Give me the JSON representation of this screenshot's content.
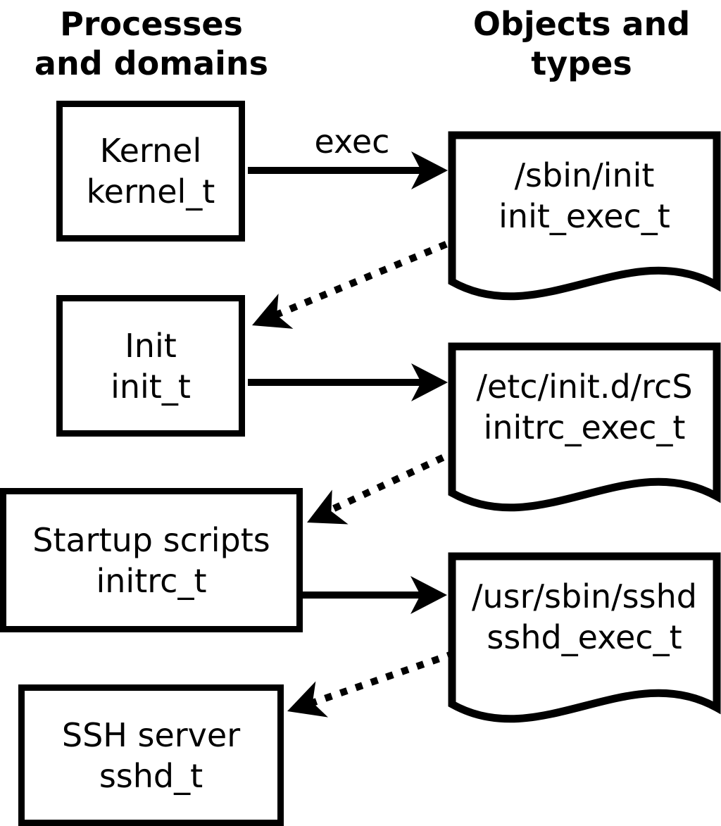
{
  "diagram": {
    "kind": "selinux-domain-transition-flow",
    "colors": {
      "foreground": "#000000",
      "background": "#ffffff"
    },
    "title_left": {
      "line1": "Processes",
      "line2": "and domains"
    },
    "title_right": {
      "line1": "Objects and",
      "line2": "types"
    },
    "processes": [
      {
        "label": "Kernel",
        "domain": "kernel_t"
      },
      {
        "label": "Init",
        "domain": "init_t"
      },
      {
        "label": "Startup scripts",
        "domain": "initrc_t"
      },
      {
        "label": "SSH server",
        "domain": "sshd_t"
      }
    ],
    "objects": [
      {
        "path": "/sbin/init",
        "type": "init_exec_t"
      },
      {
        "path": "/etc/init.d/rcS",
        "type": "initrc_exec_t"
      },
      {
        "path": "/usr/sbin/sshd",
        "type": "sshd_exec_t"
      }
    ],
    "edges": {
      "exec_label": "exec",
      "solid": [
        {
          "from": "kernel_t",
          "to": "init_exec_t",
          "label": "exec"
        },
        {
          "from": "init_t",
          "to": "initrc_exec_t",
          "label": ""
        },
        {
          "from": "initrc_t",
          "to": "sshd_exec_t",
          "label": ""
        }
      ],
      "dotted": [
        {
          "from": "init_exec_t",
          "to": "init_t"
        },
        {
          "from": "initrc_exec_t",
          "to": "initrc_t"
        },
        {
          "from": "sshd_exec_t",
          "to": "sshd_t"
        }
      ]
    }
  }
}
